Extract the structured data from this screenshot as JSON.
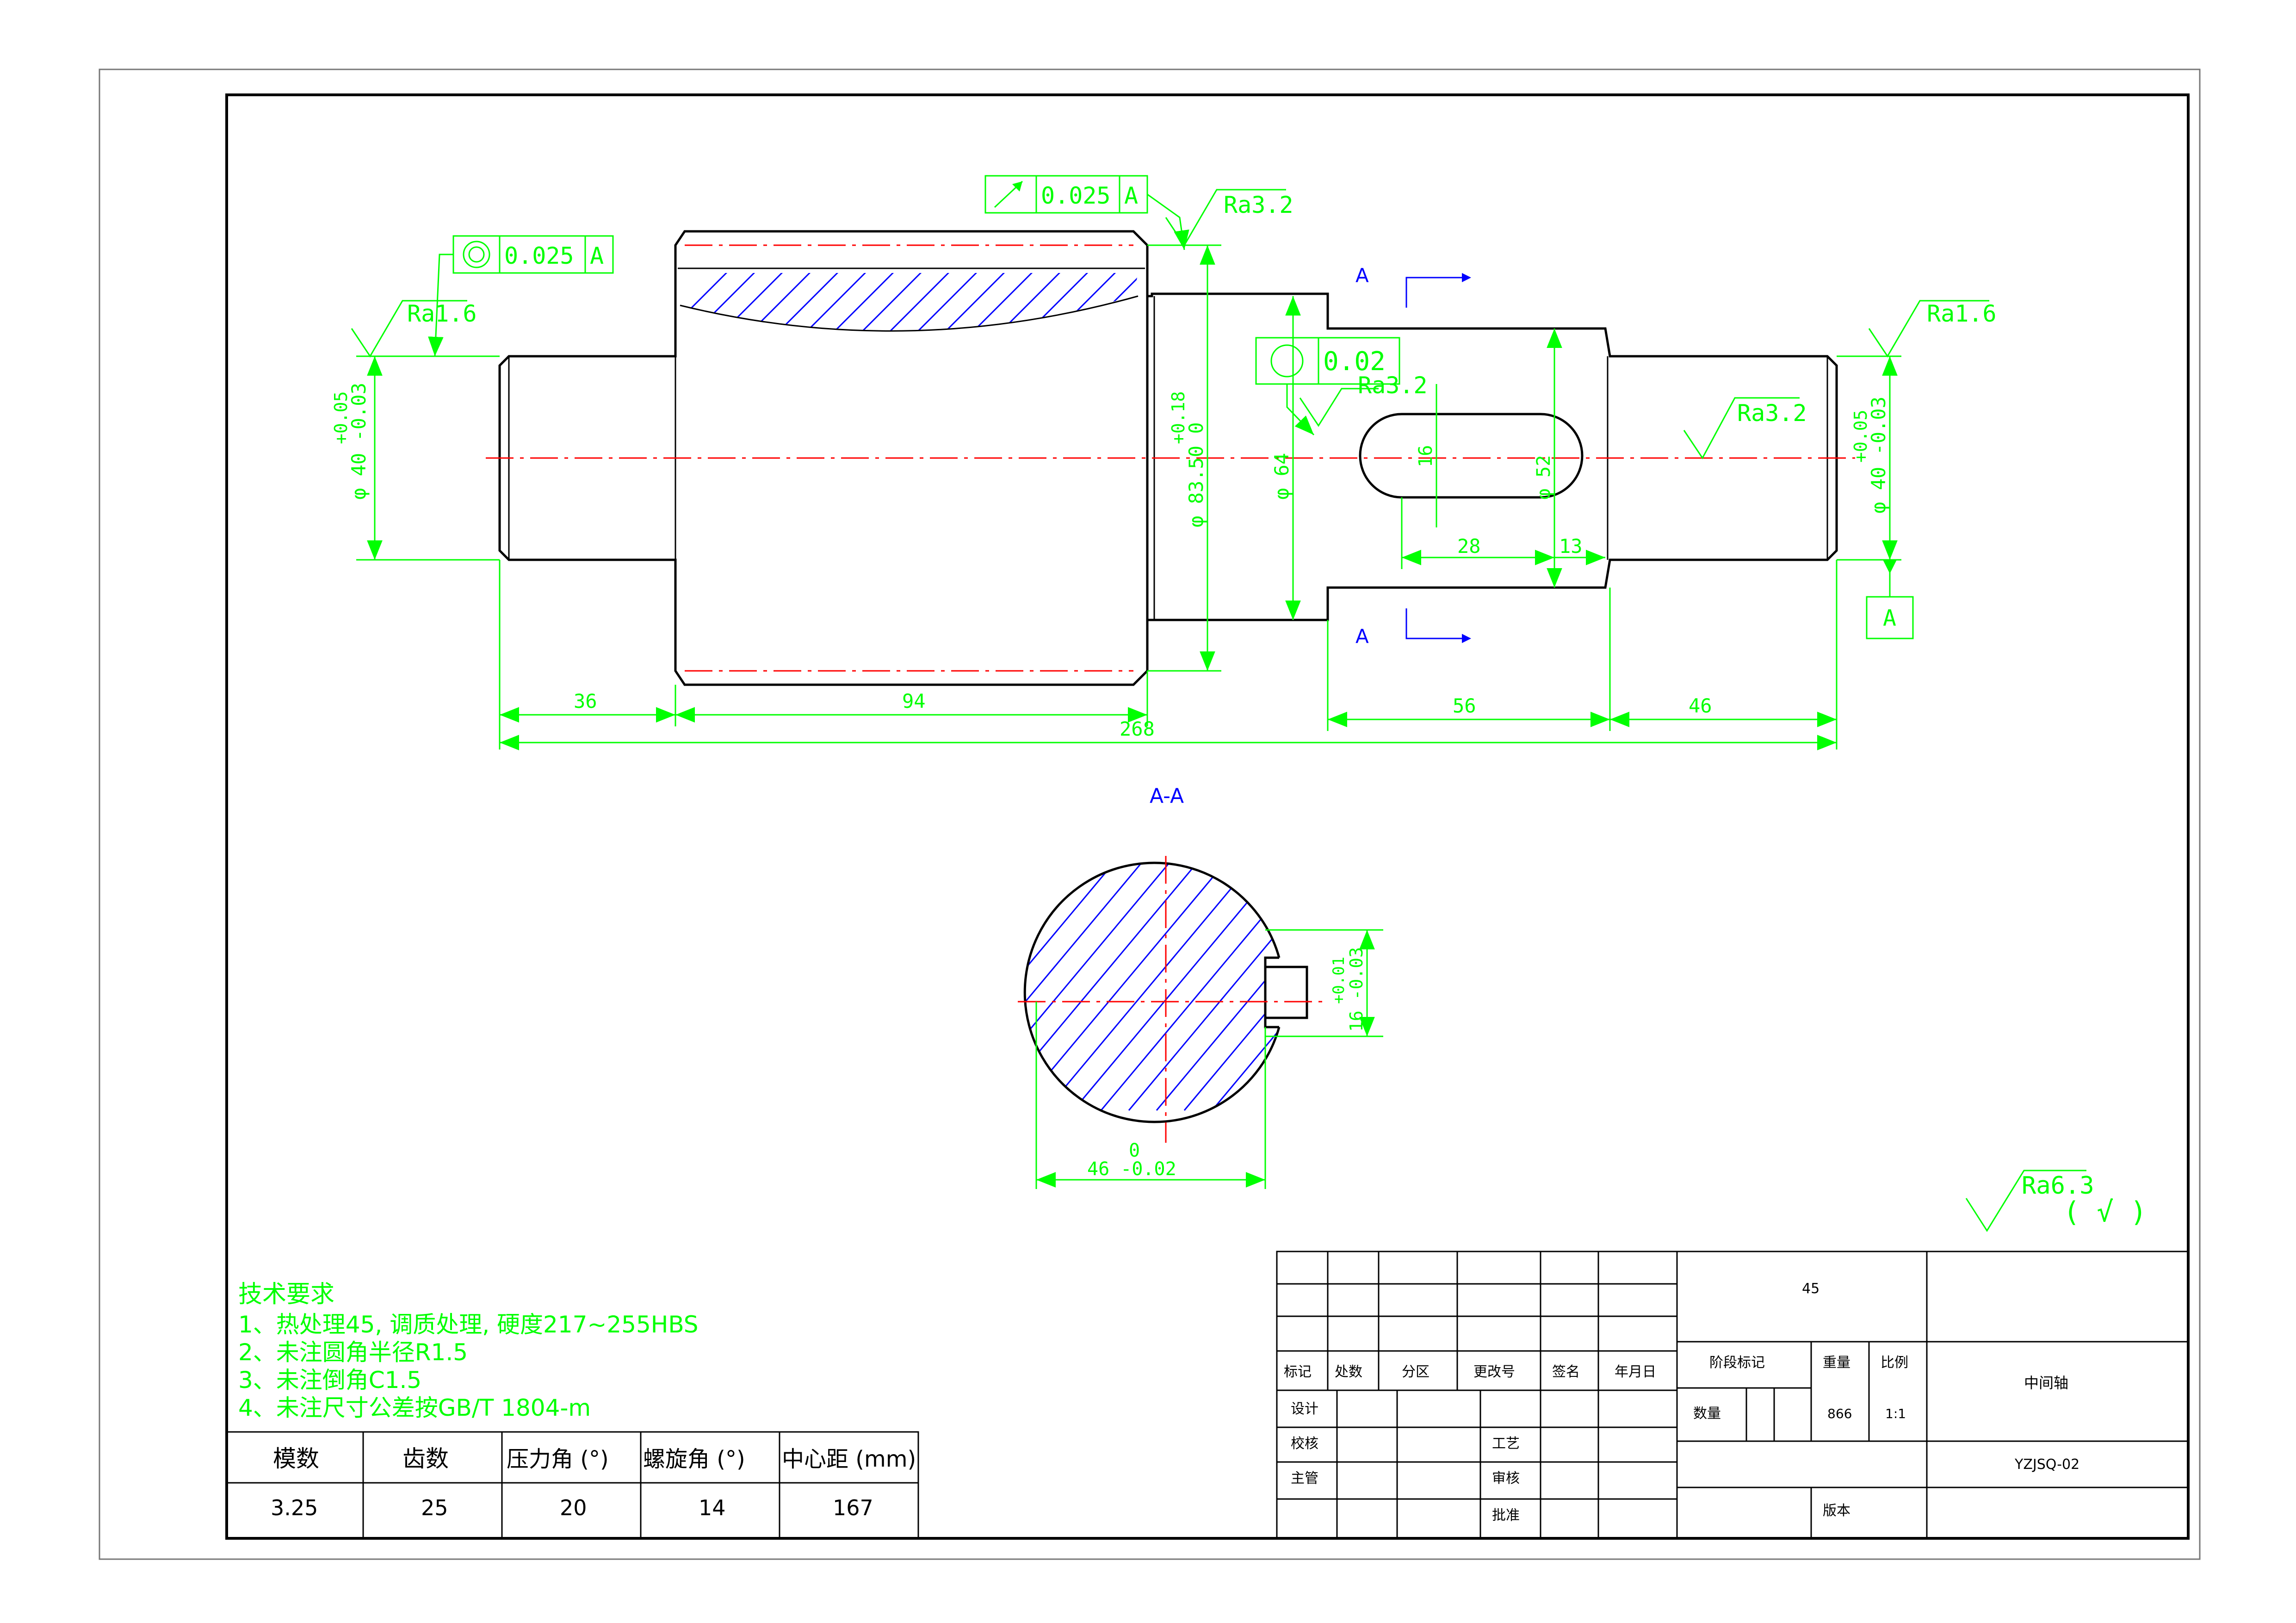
{
  "colors": {
    "outline": "#000000",
    "dimension": "#00ff00",
    "hatch": "#0000ff",
    "centerline": "#ff0000"
  },
  "front_view": {
    "gdt_runout": {
      "symbol": "runout-arrow-icon",
      "value": "0.025",
      "datum": "A"
    },
    "gdt_concentric_left": {
      "symbol": "concentricity-icon",
      "value": "0.025",
      "datum": "A"
    },
    "gdt_concentric_mid": {
      "symbol": "concentricity-icon",
      "value": "0.02"
    },
    "roughness": {
      "left": "Ra1.6",
      "right": "Ra1.6",
      "gear": "Ra3.2",
      "shoulder": "Ra3.2",
      "keyway": "Ra3.2"
    },
    "dims": {
      "d40_left": "φ 40 -0.03",
      "d40_left_tol": "+0.05",
      "d40_right": "φ 40 -0.03",
      "d40_right_tol": "+0.05",
      "d83": "φ 83.50 0",
      "d83_tol": "+0.18",
      "d64": "φ 64",
      "d52": "φ 52",
      "key_w": "16",
      "len_36": "36",
      "len_94": "94",
      "len_268": "268",
      "len_56": "56",
      "len_46": "46",
      "key_28": "28",
      "key_13": "13"
    },
    "section_label": "A",
    "datum": "A"
  },
  "section_view": {
    "title": "A-A",
    "dim_16": "16 -0.03",
    "dim_16_tol": "+0.01",
    "dim_46": "46 -0.02",
    "dim_46_upper": "0"
  },
  "general_roughness": {
    "value": "Ra6.3",
    "mark": "( √ )"
  },
  "tech_requirements": {
    "title": "技术要求",
    "items": [
      "1、热处理45, 调质处理, 硬度217~255HBS",
      "2、未注圆角半径R1.5",
      "3、未注倒角C1.5",
      "4、未注尺寸公差按GB/T 1804-m"
    ]
  },
  "gear_table": {
    "headers": [
      "模数",
      "齿数",
      "压力角 (°)",
      "螺旋角 (°)",
      "中心距 (mm)"
    ],
    "values": [
      "3.25",
      "25",
      "20",
      "14",
      "167"
    ]
  },
  "title_block": {
    "material": "45",
    "part_name": "中间轴",
    "drawing_no": "YZJSQ-02",
    "weight": "866",
    "scale": "1:1",
    "labels": {
      "mark": "标记",
      "count": "处数",
      "zone": "分区",
      "change_no": "更改号",
      "sign": "签名",
      "date": "年月日",
      "design": "设计",
      "check": "校核",
      "chief": "主管",
      "process": "工艺",
      "review": "审核",
      "approve": "批准",
      "stage_mark": "阶段标记",
      "weight": "重量",
      "scale": "比例",
      "quantity": "数量",
      "version": "版本"
    }
  }
}
